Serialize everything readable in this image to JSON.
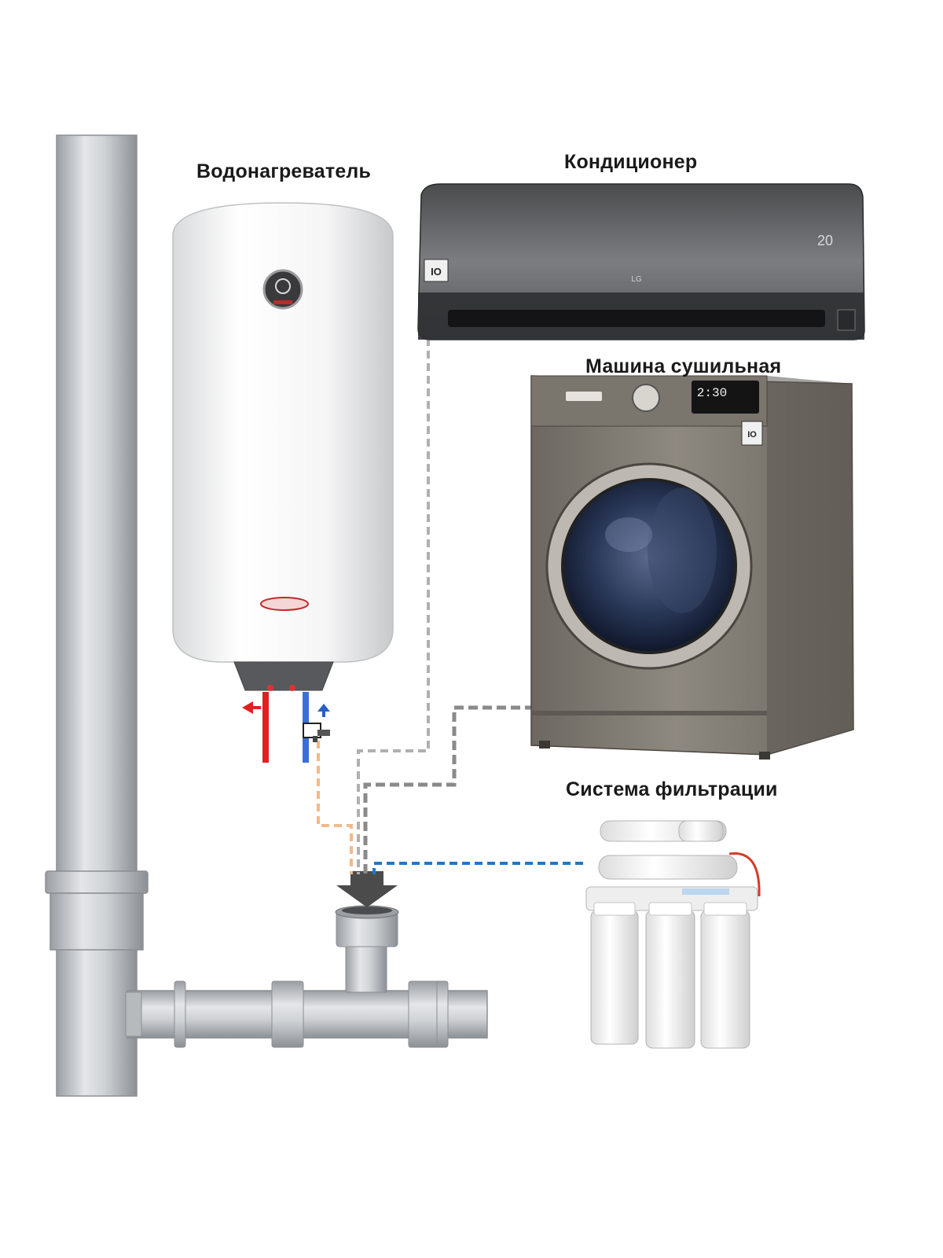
{
  "labels": {
    "water_heater": "Водонагреватель",
    "air_conditioner": "Кондиционер",
    "dryer": "Машина сушильная",
    "filtration_system": "Система фильтрации"
  },
  "ac": {
    "brand_badge": "LG",
    "display_value": "20",
    "energy_badge": "IO"
  },
  "dryer": {
    "display_time": "2:30",
    "energy_badge": "IO"
  },
  "drain_lines": {
    "water_heater_line_color": "#f2b98a",
    "air_conditioner_line_color": "#b0b0b0",
    "dryer_line_color": "#8a8a8a",
    "filtration_line_color": "#1f78c8",
    "hot_pipe_color": "#e02020",
    "cold_pipe_color": "#3a6fd8"
  },
  "icons": [
    "drain-arrow-icon",
    "hot-water-arrow-icon",
    "cold-water-arrow-icon",
    "safety-valve-icon"
  ]
}
